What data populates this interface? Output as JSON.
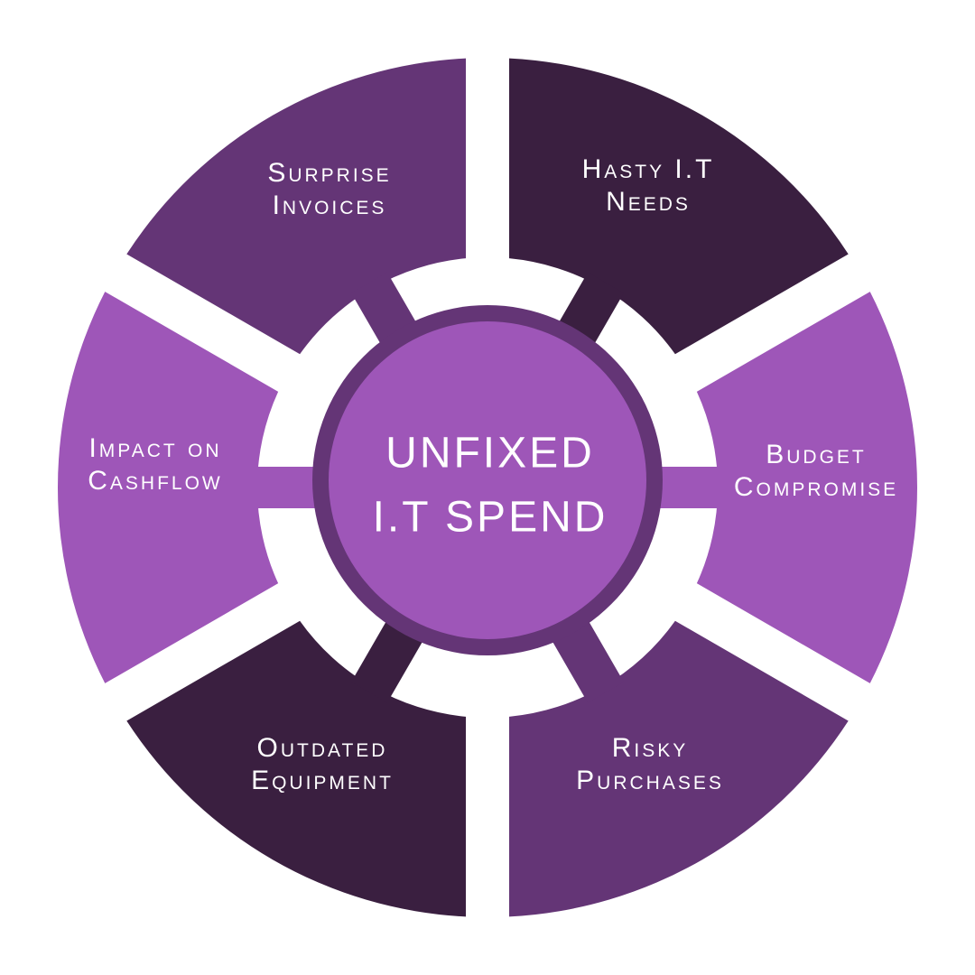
{
  "center": {
    "line1": "UNFIXED",
    "line2": "I.T SPEND"
  },
  "segments": [
    {
      "line1": "Surprise",
      "line2": "Invoices",
      "color": "#643576"
    },
    {
      "line1": "Hasty I.T",
      "line2": "Needs",
      "color": "#3a1f40"
    },
    {
      "line1": "Budget",
      "line2": "Compromise",
      "color": "#9e56b8"
    },
    {
      "line1": "Risky",
      "line2": "Purchases",
      "color": "#643576"
    },
    {
      "line1": "Outdated",
      "line2": "Equipment",
      "color": "#3a1f40"
    },
    {
      "line1": "Impact on",
      "line2": "Cashflow",
      "color": "#9e56b8"
    }
  ],
  "colors": {
    "center_fill": "#9e56b8",
    "center_ring": "#643576"
  }
}
